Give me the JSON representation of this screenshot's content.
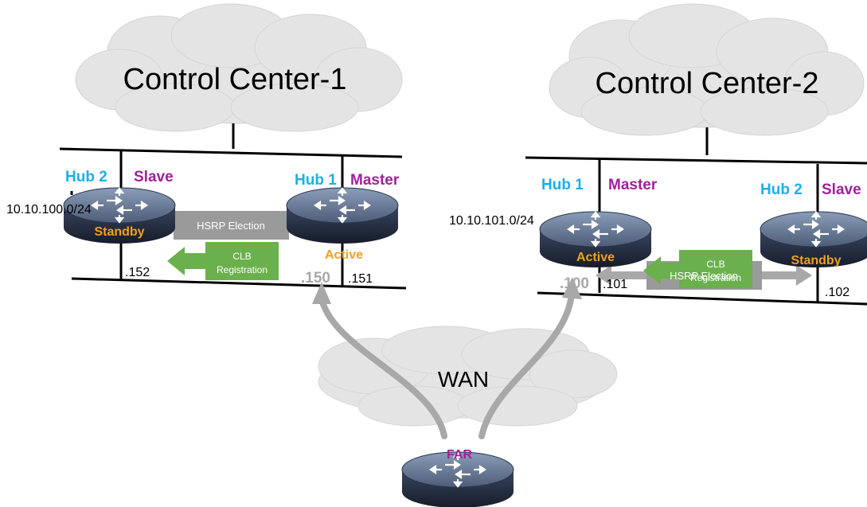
{
  "control_center_1": {
    "title": "Control Center-1",
    "subnet": "10.10.100.0/24",
    "hub_left": {
      "hub": "Hub 2",
      "role": "Slave",
      "state": "Standby",
      "ip": ".152"
    },
    "hub_right": {
      "hub": "Hub 1",
      "role": "Master",
      "state": "Active",
      "vip": ".150",
      "ip": ".151"
    },
    "clb_line1": "CLB",
    "clb_line2": "Registration",
    "hsrp": "HSRP Election"
  },
  "control_center_2": {
    "title": "Control Center-2",
    "subnet": "10.10.101.0/24",
    "hub_left": {
      "hub": "Hub 1",
      "role": "Master",
      "state": "Active",
      "vip": ".100",
      "ip": ".101"
    },
    "hub_right": {
      "hub": "Hub 2",
      "role": "Slave",
      "state": "Standby",
      "ip": ".102"
    },
    "clb_line1": "CLB",
    "clb_line2": "Registration",
    "hsrp": "HSRP Election"
  },
  "wan": {
    "label": "WAN"
  },
  "far": {
    "label": "FAR"
  },
  "colors": {
    "hub": "#1ab0e8",
    "role": "#a0209a",
    "state": "#f0a020",
    "clb": "#6ab04c",
    "hsrp": "#a0a0a0",
    "cloud": "#e4e4e4",
    "vip": "#a8a8a8"
  }
}
